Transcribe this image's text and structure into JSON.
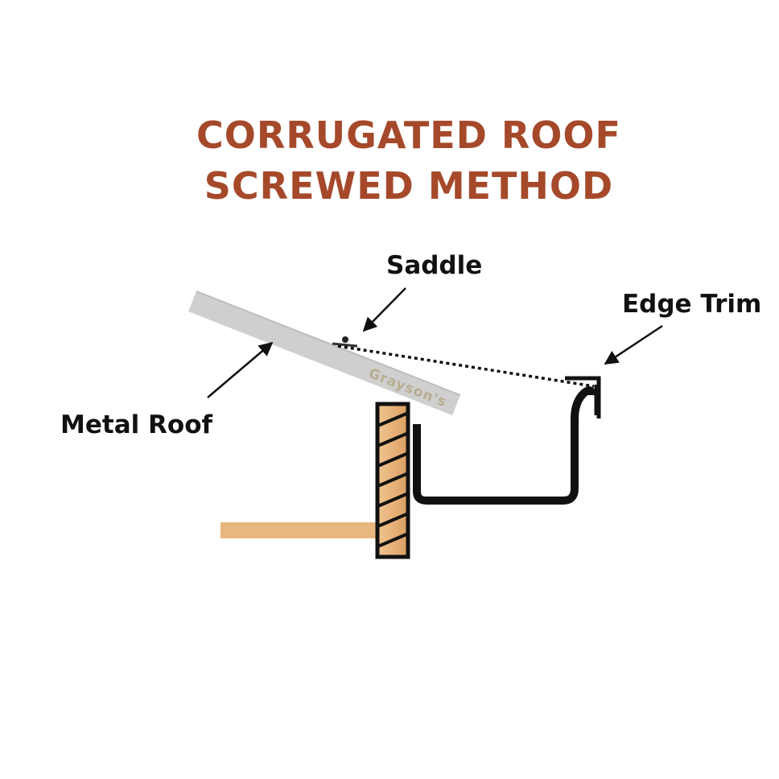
{
  "title": {
    "line1": "CORRUGATED ROOF",
    "line2": "SCREWED METHOD"
  },
  "labels": {
    "saddle": "Saddle",
    "edge_trim": "Edge Trim",
    "metal_roof": "Metal Roof"
  },
  "watermark": "Grayson's",
  "colors": {
    "title": "#a5492a",
    "roof": "#cfcfcf",
    "roof_edge": "#bdbdbd",
    "watermark": "#b9ad92",
    "wood": "#e8b77d",
    "wood_dark": "#c98d4f",
    "outline": "#111111"
  }
}
